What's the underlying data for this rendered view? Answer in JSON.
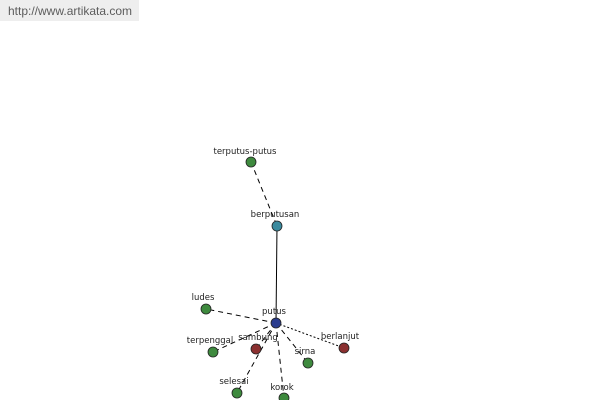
{
  "header": {
    "url": "http://www.artikata.com"
  },
  "colors": {
    "green": "#3e8a3e",
    "teal": "#3a8a9e",
    "red": "#8b3030",
    "navy": "#2a3c8e",
    "edge": "#000000"
  },
  "graph": {
    "nodes": [
      {
        "id": "terputus-putus",
        "label": "terputus-putus",
        "color": "green"
      },
      {
        "id": "berputusan",
        "label": "berputusan",
        "color": "teal"
      },
      {
        "id": "putus",
        "label": "putus",
        "color": "navy"
      },
      {
        "id": "ludes",
        "label": "ludes",
        "color": "green"
      },
      {
        "id": "sambung",
        "label": "sambung",
        "color": "red"
      },
      {
        "id": "berlanjut",
        "label": "berlanjut",
        "color": "red"
      },
      {
        "id": "terpenggal",
        "label": "terpenggal",
        "color": "green"
      },
      {
        "id": "sirna",
        "label": "sirna",
        "color": "green"
      },
      {
        "id": "selesai",
        "label": "selesai",
        "color": "green"
      },
      {
        "id": "korok",
        "label": "korok",
        "color": "green"
      }
    ],
    "edges": [
      {
        "from": "terputus-putus",
        "to": "berputusan",
        "style": "dashed"
      },
      {
        "from": "berputusan",
        "to": "putus",
        "style": "solid"
      },
      {
        "from": "putus",
        "to": "ludes",
        "style": "dashed"
      },
      {
        "from": "putus",
        "to": "sambung",
        "style": "dashed"
      },
      {
        "from": "putus",
        "to": "berlanjut",
        "style": "dotted"
      },
      {
        "from": "putus",
        "to": "terpenggal",
        "style": "dashed"
      },
      {
        "from": "putus",
        "to": "sirna",
        "style": "dashed"
      },
      {
        "from": "putus",
        "to": "selesai",
        "style": "dashed"
      },
      {
        "from": "putus",
        "to": "korok",
        "style": "dashed"
      }
    ]
  }
}
